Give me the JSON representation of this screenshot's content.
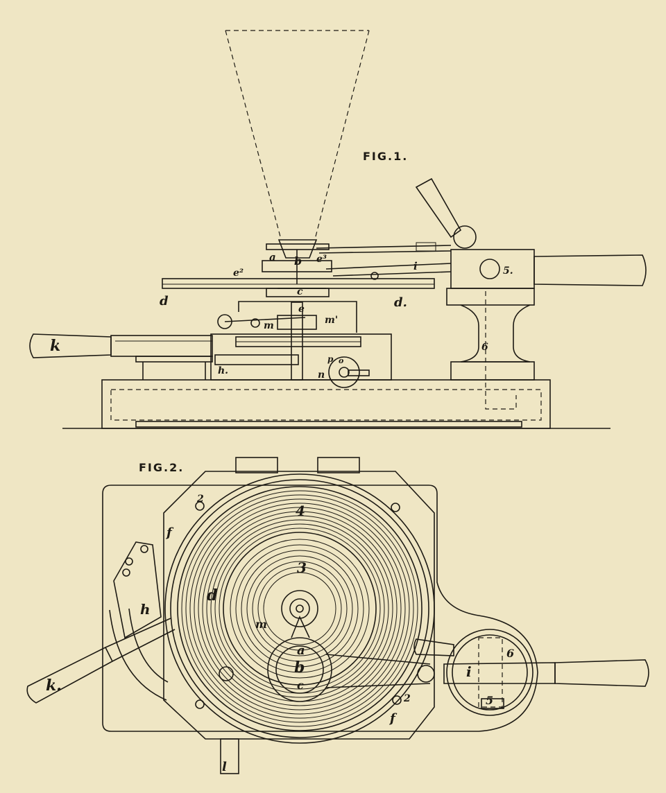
{
  "figures": {
    "fig1": {
      "title": "FIG.1."
    },
    "fig2": {
      "title": "FIG.2."
    }
  },
  "labels_fig1": {
    "a": "a",
    "b": "b",
    "c": "c",
    "d_left": "d",
    "d_right": "d.",
    "e": "e",
    "e2": "e²",
    "e3": "e³",
    "i": "i",
    "k": "k",
    "h": "h.",
    "m": "m",
    "m1": "m'",
    "n": "n",
    "p": "p",
    "o": "o",
    "5": "5.",
    "6": "6"
  },
  "labels_fig2": {
    "num2_top": "2",
    "num2_bottom": "2",
    "num4": "4",
    "num3": "3",
    "f_top": "f",
    "f_bottom": "f",
    "d": "d",
    "h": "h",
    "m": "m",
    "a": "a",
    "b": "b",
    "c": "c",
    "i": "i",
    "k": "k.",
    "l": "l",
    "num6": "6",
    "num5": "5"
  }
}
